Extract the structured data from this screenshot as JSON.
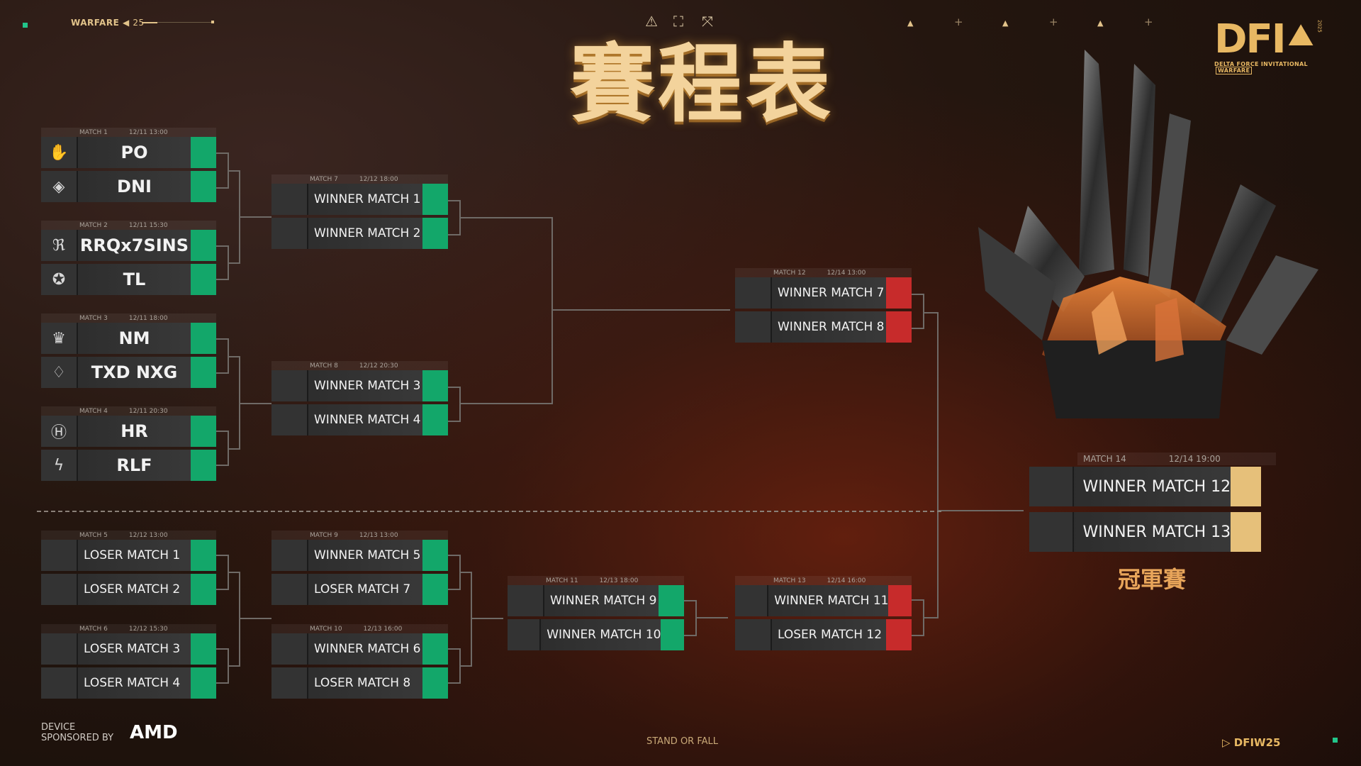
{
  "hud": {
    "warfare_label": "WARFARE",
    "warfare_num": "25",
    "icons": [
      "warning-icon",
      "target-icon",
      "expand-icon"
    ]
  },
  "title": "賽程表",
  "logo": {
    "main": "DFI",
    "year": "2025",
    "sub1": "DELTA FORCE INVITATIONAL",
    "sub2": "WARFARE"
  },
  "matches": [
    {
      "id": "m1",
      "label": "MATCH 1",
      "time": "12/11 13:00",
      "teams": [
        {
          "name": "PO",
          "icon": "one-icon"
        },
        {
          "name": "DNI",
          "icon": "dni-icon"
        }
      ]
    },
    {
      "id": "m2",
      "label": "MATCH 2",
      "time": "12/11 15:30",
      "teams": [
        {
          "name": "RRQx7SINS",
          "icon": "rrq-icon"
        },
        {
          "name": "TL",
          "icon": "tl-icon"
        }
      ]
    },
    {
      "id": "m3",
      "label": "MATCH 3",
      "time": "12/11 18:00",
      "teams": [
        {
          "name": "NM",
          "icon": "mercy-icon"
        },
        {
          "name": "TXD NXG",
          "icon": "txd-icon"
        }
      ]
    },
    {
      "id": "m4",
      "label": "MATCH 4",
      "time": "12/11 20:30",
      "teams": [
        {
          "name": "HR",
          "icon": "hr-icon"
        },
        {
          "name": "RLF",
          "icon": "rlf-icon"
        }
      ]
    },
    {
      "id": "m7",
      "label": "MATCH 7",
      "time": "12/12 18:00",
      "teams": [
        {
          "name": "WINNER MATCH 1"
        },
        {
          "name": "WINNER MATCH 2"
        }
      ]
    },
    {
      "id": "m8",
      "label": "MATCH 8",
      "time": "12/12 20:30",
      "teams": [
        {
          "name": "WINNER MATCH 3"
        },
        {
          "name": "WINNER MATCH 4"
        }
      ]
    },
    {
      "id": "m12",
      "label": "MATCH 12",
      "time": "12/14 13:00",
      "teams": [
        {
          "name": "WINNER MATCH 7"
        },
        {
          "name": "WINNER MATCH 8"
        }
      ]
    },
    {
      "id": "m5",
      "label": "MATCH 5",
      "time": "12/12 13:00",
      "teams": [
        {
          "name": "LOSER MATCH 1"
        },
        {
          "name": "LOSER MATCH 2"
        }
      ]
    },
    {
      "id": "m6",
      "label": "MATCH 6",
      "time": "12/12 15:30",
      "teams": [
        {
          "name": "LOSER MATCH 3"
        },
        {
          "name": "LOSER MATCH 4"
        }
      ]
    },
    {
      "id": "m9",
      "label": "MATCH 9",
      "time": "12/13 13:00",
      "teams": [
        {
          "name": "WINNER MATCH 5"
        },
        {
          "name": "LOSER MATCH 7"
        }
      ]
    },
    {
      "id": "m10",
      "label": "MATCH 10",
      "time": "12/13 16:00",
      "teams": [
        {
          "name": "WINNER MATCH 6"
        },
        {
          "name": "LOSER MATCH 8"
        }
      ]
    },
    {
      "id": "m11",
      "label": "MATCH 11",
      "time": "12/13 18:00",
      "teams": [
        {
          "name": "WINNER MATCH 9"
        },
        {
          "name": "WINNER MATCH 10"
        }
      ]
    },
    {
      "id": "m13",
      "label": "MATCH 13",
      "time": "12/14 16:00",
      "teams": [
        {
          "name": "WINNER MATCH 11"
        },
        {
          "name": "LOSER MATCH 12"
        }
      ]
    },
    {
      "id": "m14",
      "label": "MATCH 14",
      "time": "12/14 19:00",
      "teams": [
        {
          "name": "WINNER MATCH 12"
        },
        {
          "name": "WINNER MATCH 13"
        }
      ]
    }
  ],
  "final_label": "冠軍賽",
  "footer": {
    "device_line1": "DEVICE",
    "device_line2": "SPONSORED BY",
    "sponsor": "AMD",
    "center": "STAND OR FALL",
    "right": "DFIW25"
  },
  "colors": {
    "green": "#13a76a",
    "red": "#c72b2b",
    "gold": "#e6c07a",
    "title": "#f3d39c"
  }
}
